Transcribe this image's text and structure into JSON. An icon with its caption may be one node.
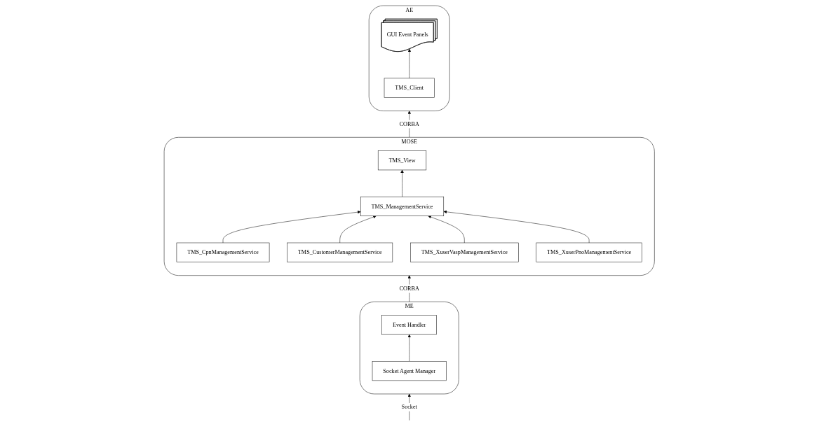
{
  "diagram": {
    "nodes": [
      {
        "text": [
          "AE"
        ]
      },
      {
        "text": [
          "GUI Event Panels"
        ],
        "in": 0
      },
      {
        "text": [
          "TMS_Client"
        ],
        "in": 0
      },
      {
        "text": [
          "MOSE"
        ]
      },
      {
        "text": [
          "TMS_View"
        ],
        "in": 3
      },
      {
        "text": [
          "TMS_ManagementService"
        ],
        "in": 3
      },
      {
        "text": [
          "TMS_CpnManagementService"
        ],
        "in": 3
      },
      {
        "text": [
          "TMS_CustomerManagementService"
        ],
        "in": 3
      },
      {
        "text": [
          "TMS_XuserVaspManagementService"
        ],
        "in": 3
      },
      {
        "text": [
          "TMS_XuserPnoManagementService"
        ],
        "in": 3
      },
      {
        "text": [
          "ME"
        ]
      },
      {
        "text": [
          "Event Handler"
        ],
        "in": 10
      },
      {
        "text": [
          "Socket Agent Manager"
        ],
        "in": 10
      }
    ],
    "edges": [
      {
        "from": 2,
        "to": 1,
        "arrow": "to"
      },
      {
        "from": 3,
        "to": 0,
        "arrow": "to",
        "label": "CORBA"
      },
      {
        "from": 5,
        "to": 4,
        "arrow": "to"
      },
      {
        "from": 6,
        "to": 5,
        "arrow": "to"
      },
      {
        "from": 7,
        "to": 5,
        "arrow": "to"
      },
      {
        "from": 8,
        "to": 5,
        "arrow": "to"
      },
      {
        "from": 9,
        "to": 5,
        "arrow": "to"
      },
      {
        "from": 10,
        "to": 3,
        "arrow": "to",
        "label": "CORBA"
      },
      {
        "from": 12,
        "to": 11,
        "arrow": "to"
      },
      {
        "from": null,
        "to": 10,
        "arrow": "to",
        "label": "Socket"
      }
    ]
  }
}
